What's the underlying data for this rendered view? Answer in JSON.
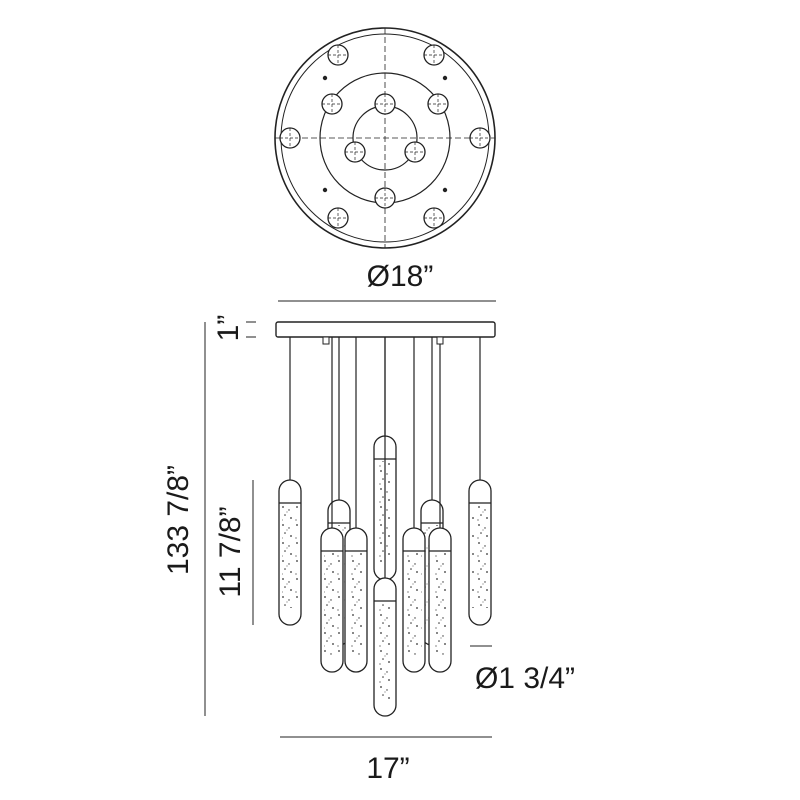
{
  "dimensions": {
    "canopy_diameter": "Ø18”",
    "canopy_height": "1”",
    "overall_height": "133 7/8”",
    "pendant_height": "11 7/8”",
    "pendant_diameter": "Ø1 3/4”",
    "overall_width": "17”"
  }
}
